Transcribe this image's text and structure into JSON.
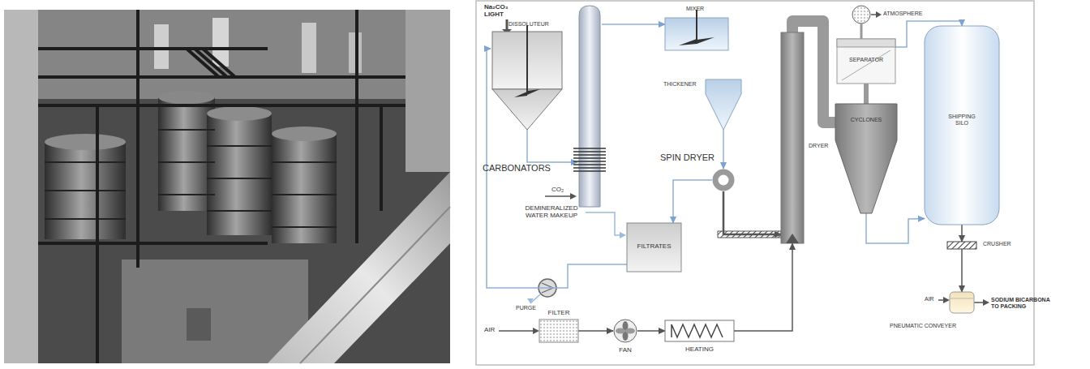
{
  "diagram": {
    "nodes": [
      {
        "text": [
          "DISSOLUTEUR"
        ]
      },
      {
        "text": [
          "CARBONATORS"
        ]
      },
      {
        "text": [
          "MIXER"
        ]
      },
      {
        "text": [
          "THICKENER"
        ]
      },
      {
        "text": [
          "SPIN DRYER"
        ]
      },
      {
        "text": [
          "FILTRATES"
        ]
      },
      {
        "text": [
          "FILTER"
        ]
      },
      {
        "text": [
          "FAN"
        ]
      },
      {
        "text": [
          "HEATING"
        ]
      },
      {
        "text": [
          "DRYER"
        ]
      },
      {
        "text": [
          "CYCLONES"
        ]
      },
      {
        "text": [
          "SEPARATOR"
        ]
      },
      {
        "text": [
          "SHIPPING SILO"
        ]
      },
      {
        "text": [
          "CRUSHER"
        ]
      },
      {
        "text": [
          "PNEUMATIC CONVEYER"
        ]
      }
    ],
    "edges": [
      {
        "from": 0,
        "to": 1,
        "arrow": "to"
      },
      {
        "from": 1,
        "to": 2,
        "arrow": "to"
      },
      {
        "from": 3,
        "to": 4,
        "arrow": "to"
      },
      {
        "from": 4,
        "to": 9,
        "arrow": "to"
      },
      {
        "from": 4,
        "to": 5,
        "arrow": "to"
      },
      {
        "from": 5,
        "to": 0,
        "arrow": "to"
      },
      {
        "from": 6,
        "to": 7,
        "arrow": "to"
      },
      {
        "from": 7,
        "to": 8,
        "arrow": "to"
      },
      {
        "from": 8,
        "to": 9,
        "arrow": "to"
      },
      {
        "from": 9,
        "to": 10,
        "arrow": "none"
      },
      {
        "from": 10,
        "to": 11,
        "arrow": "none"
      },
      {
        "from": 11,
        "to": 12,
        "arrow": "to"
      },
      {
        "from": 10,
        "to": 12,
        "arrow": "to"
      },
      {
        "from": 12,
        "to": 13,
        "arrow": "to"
      },
      {
        "from": 13,
        "to": 14,
        "arrow": "to"
      }
    ],
    "labels": [
      "Na₂CO₃ LIGHT",
      "CO₂",
      "DEMINERALIZED WATER MAKEUP",
      "PURGE",
      "AIR",
      "ATMOSPHERE",
      "AIR",
      "SODIUM BICARBONA TO PACKING"
    ]
  }
}
